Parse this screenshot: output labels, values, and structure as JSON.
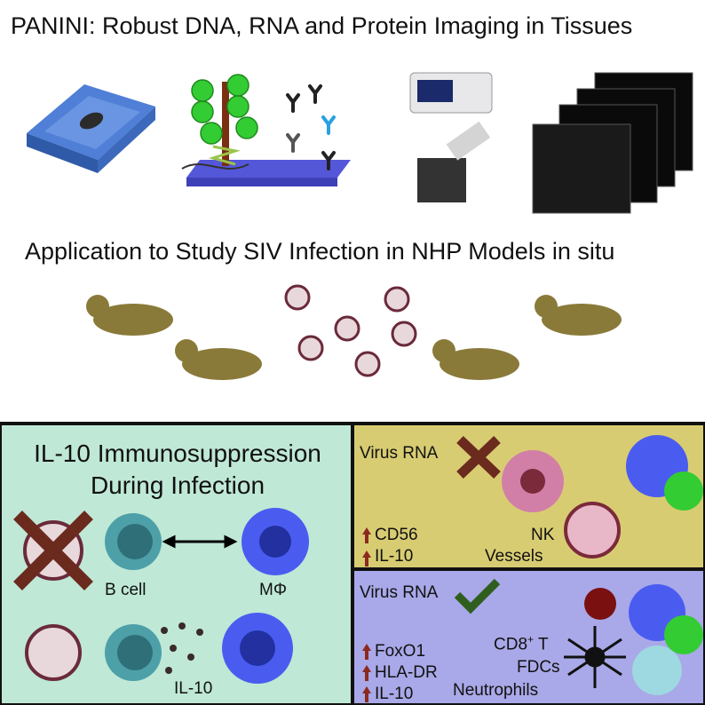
{
  "title_top": "PANINI: Robust DNA, RNA and Protein Imaging in Tissues",
  "title_middle": "Application to Study SIV Infection in NHP Models in situ",
  "left_panel": {
    "heading_line1": "IL-10 Immunosuppression",
    "heading_line2": "During Infection",
    "label_bcell": "B cell",
    "label_macrophage": "MΦ",
    "label_il10": "IL-10",
    "background": "#bfe8d6"
  },
  "top_right_panel": {
    "virus_label": "Virus RNA",
    "markers": [
      "CD56",
      "IL-10"
    ],
    "labels": [
      "NK",
      "Vessels"
    ],
    "background": "#d8cc72"
  },
  "bottom_right_panel": {
    "virus_label": "Virus RNA",
    "markers": [
      "FoxO1",
      "HLA-DR",
      "IL-10"
    ],
    "label_cd8": "CD8",
    "label_cd8_sup": "+",
    "label_cd8_suffix": " T",
    "labels": [
      "FDCs",
      "Neutrophils"
    ],
    "background": "#a9a8e8"
  },
  "colors": {
    "arrow_up": "#8b2a1e",
    "cross": "#6b2a1e",
    "check": "#2f5e1f",
    "macrophage": "#4a5cf0",
    "bcell": "#4ea0a8"
  },
  "icons": [
    "slide-icon",
    "probe-icon",
    "antibody-icon",
    "microscope-icon",
    "image-stack-icon",
    "monkey-icon",
    "virus-icon"
  ]
}
